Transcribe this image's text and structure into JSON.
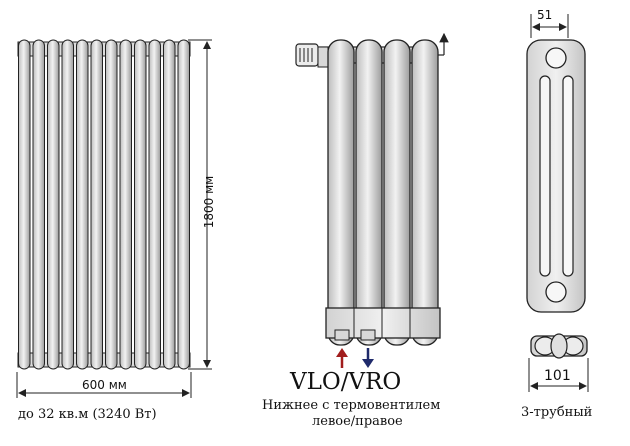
{
  "front_view": {
    "height_label": "1800 мм",
    "width_label": "600 мм",
    "caption": "до 32 кв.м (3240 Вт)",
    "column_count": 12
  },
  "side_view": {
    "model_label": "VLO/VRO",
    "connection_caption_line1": "Нижнее с термовентилем",
    "connection_caption_line2": "левое/правое",
    "colors": {
      "supply_arrow": "#a11d1d",
      "return_arrow": "#1f2a6b",
      "outline": "#222222",
      "body_fill": "#e4e4e4"
    }
  },
  "section_view": {
    "top_width_label": "51",
    "bottom_width_label": "101",
    "caption": "3-трубный"
  }
}
